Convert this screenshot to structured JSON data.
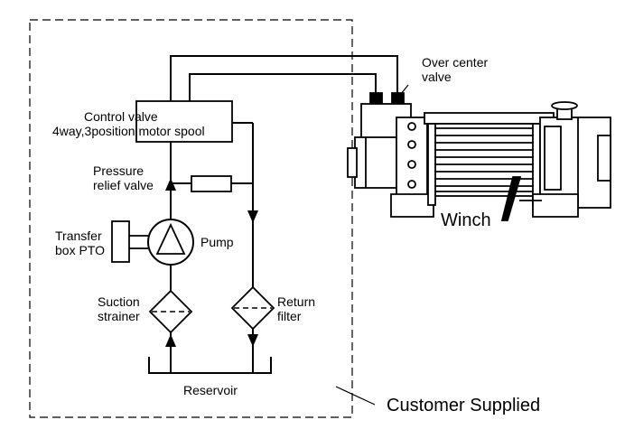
{
  "labels": {
    "over_center_valve": "Over center\nvalve",
    "control_valve_line1": "Control valve",
    "control_valve_line2": "4way,3position motor spool",
    "pressure_relief_valve": "Pressure\nrelief valve",
    "transfer_box_pto": "Transfer\nbox PTO",
    "pump": "Pump",
    "suction_strainer": "Suction\nstrainer",
    "return_filter": "Return\nfilter",
    "reservoir": "Reservoir",
    "winch": "Winch",
    "customer_supplied": "Customer Supplied"
  }
}
